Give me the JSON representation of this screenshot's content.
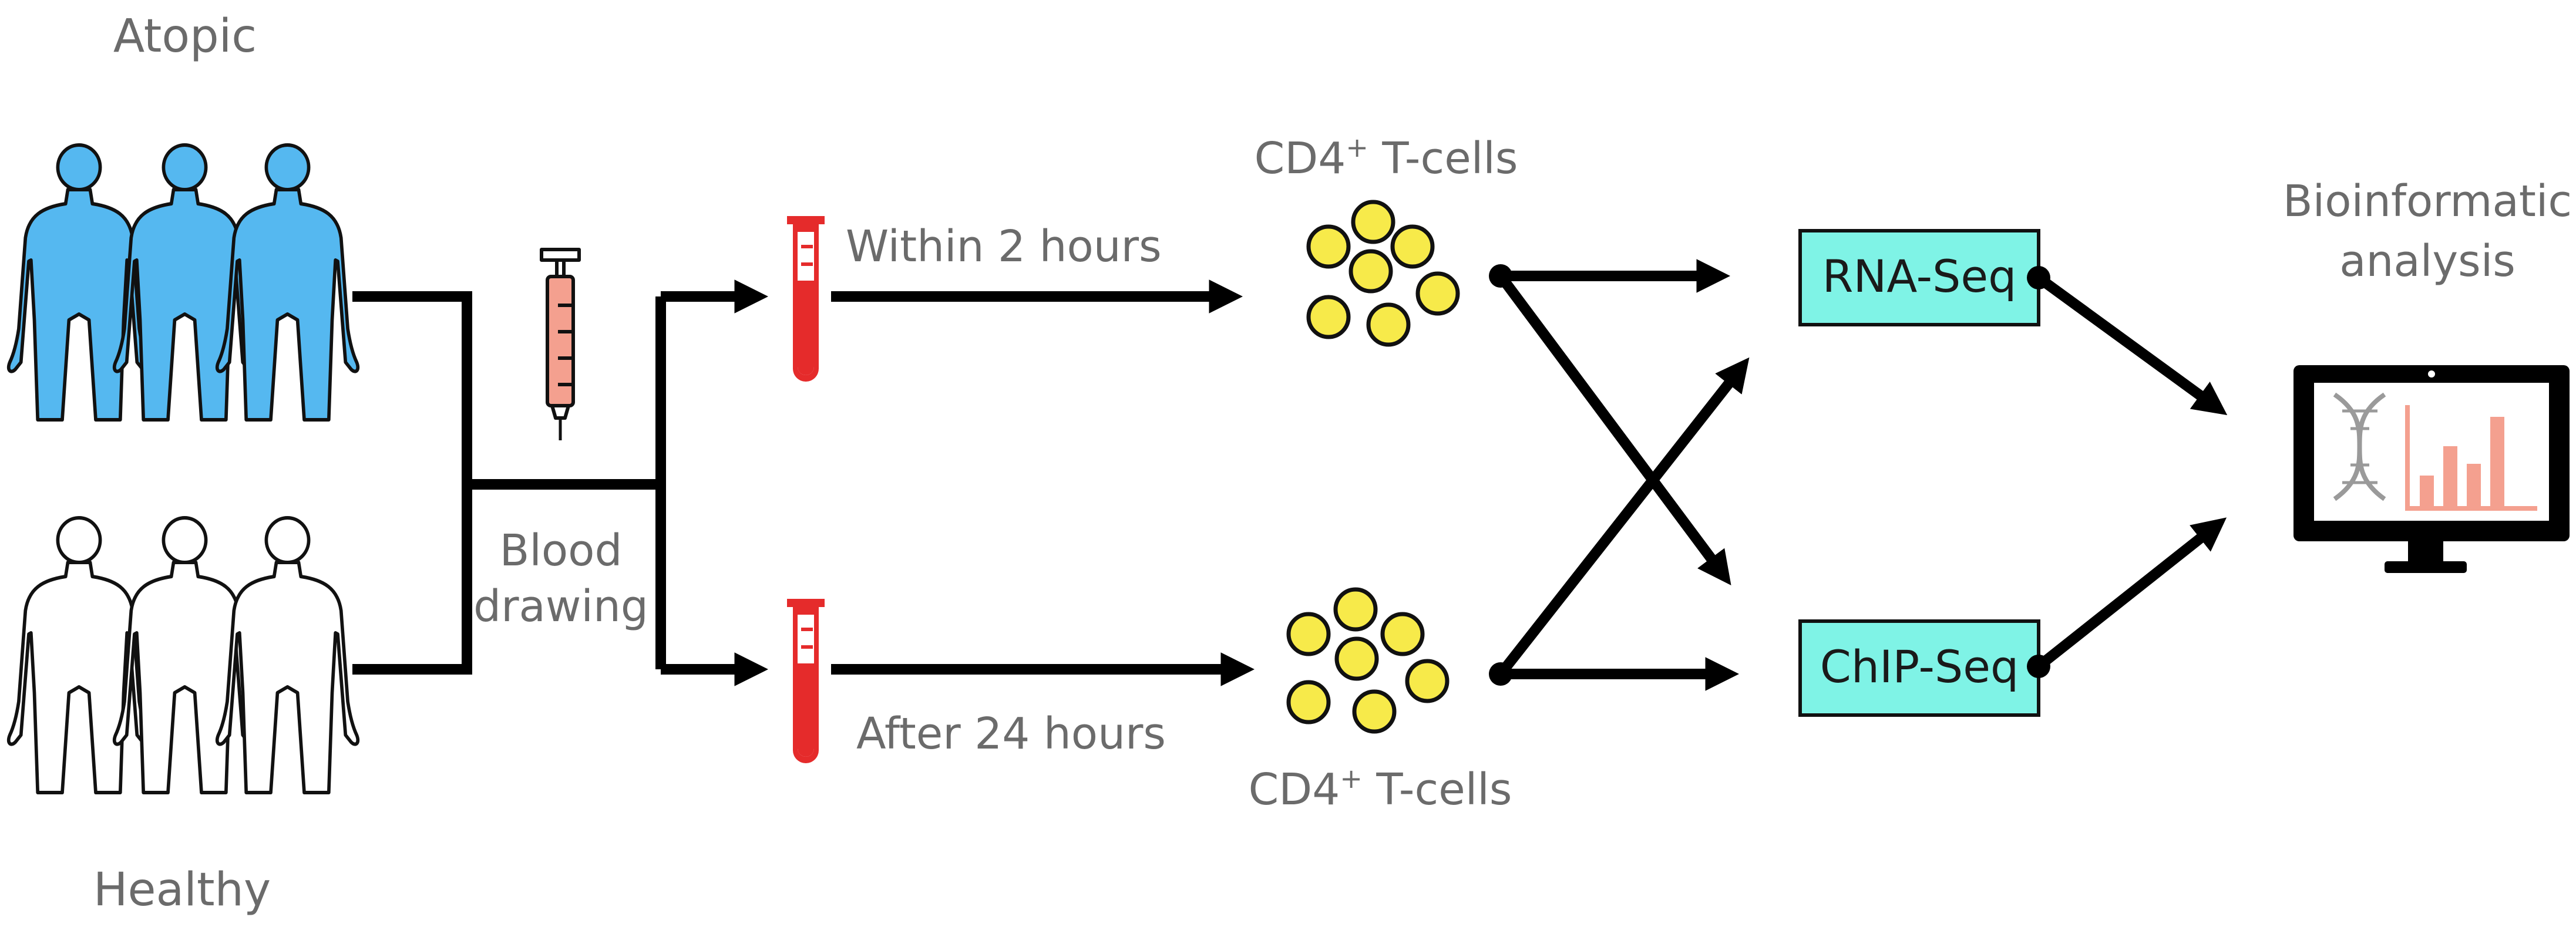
{
  "groups": {
    "top": "Atopic",
    "bottom": "Healthy"
  },
  "step_blood": {
    "line1": "Blood",
    "line2": "drawing"
  },
  "timing": {
    "top": "Within 2 hours",
    "bottom": "After 24 hours"
  },
  "cells": {
    "top": {
      "name": "CD4",
      "sup": "+",
      "rest": " T-cells"
    },
    "bottom": {
      "name": "CD4",
      "sup": "+",
      "rest": " T-cells"
    }
  },
  "assays": {
    "rna": "RNA-Seq",
    "chip": "ChIP-Seq"
  },
  "analysis": {
    "line1": "Bioinformatic",
    "line2": "analysis"
  },
  "colors": {
    "atopic_fill": "#55b8f0",
    "healthy_fill": "#ffffff",
    "cell_fill": "#f7ea4a",
    "assay_fill": "#7ff3e6",
    "tube_red": "#e52b2b",
    "syringe_fill": "#f4a08f",
    "chart_bar": "#f4a08f",
    "arrow": "#000000"
  },
  "icons": {
    "people": "human-figures-icon",
    "syringe": "syringe-icon",
    "tube": "test-tube-icon",
    "monitor": "computer-monitor-icon",
    "dna": "dna-icon",
    "bars": "bar-chart-icon"
  }
}
